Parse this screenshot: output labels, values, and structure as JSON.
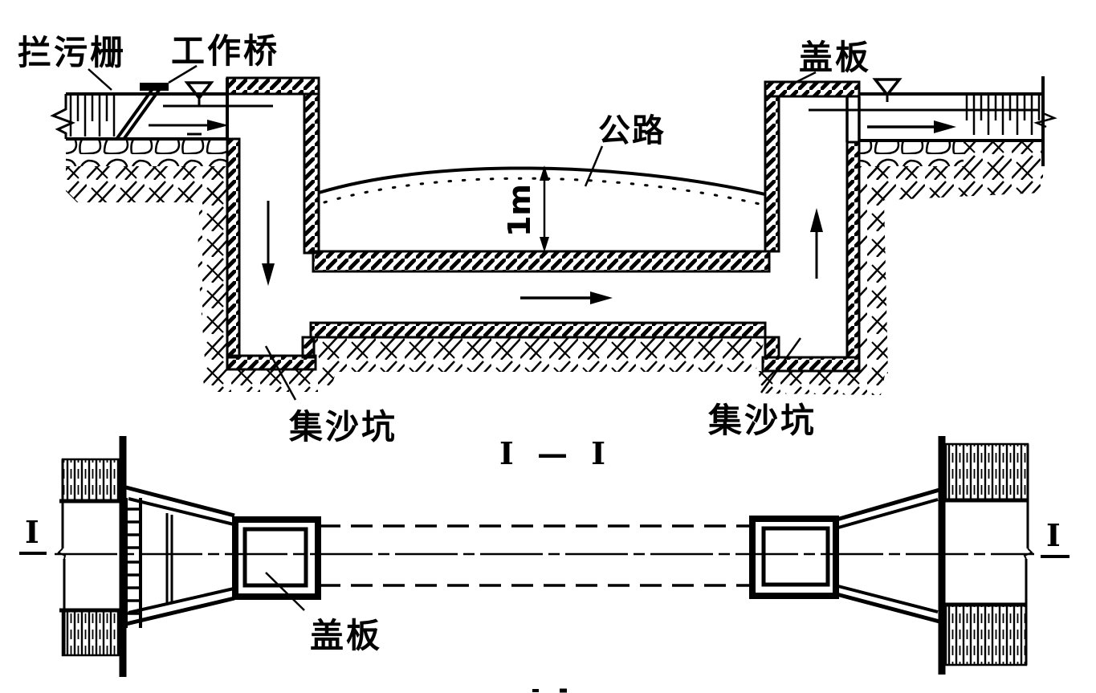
{
  "figure": {
    "paper_color": "#ffffff",
    "ink_color": "#000000",
    "section_view": {
      "title": "I — I",
      "labels": {
        "trash_rack": "拦污栅",
        "work_bridge": "工作桥",
        "cover_plate": "盖板",
        "highway": "公路",
        "clearance": "1m",
        "sand_pit_left": "集沙坑",
        "sand_pit_right": "集沙坑"
      }
    },
    "plan_view": {
      "labels": {
        "cover_plate": "盖板",
        "section_mark_left": "I",
        "section_mark_right": "I"
      }
    }
  }
}
